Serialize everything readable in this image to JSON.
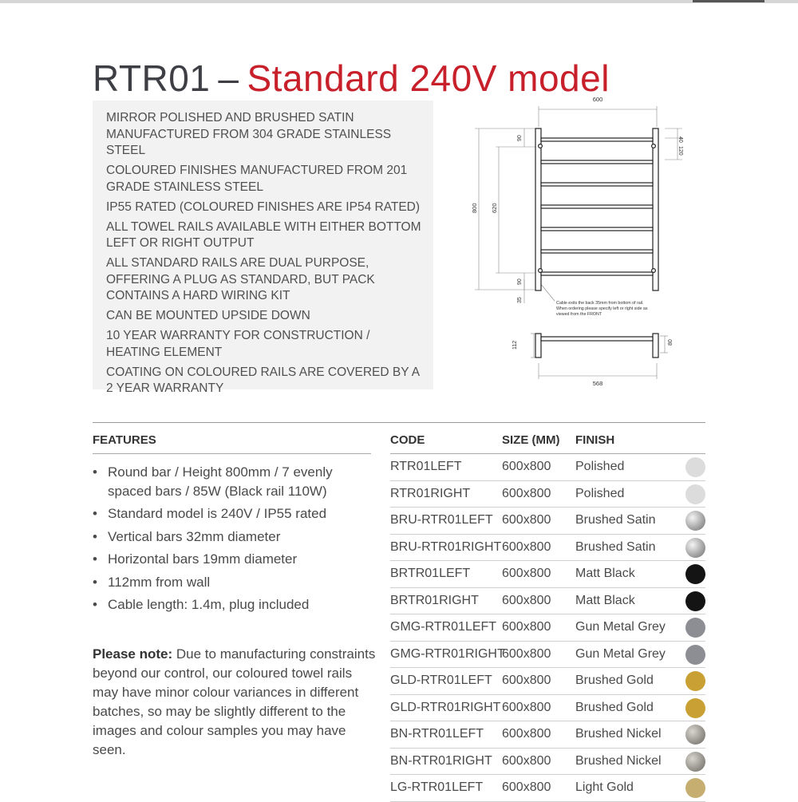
{
  "title": {
    "model": "RTR01",
    "dash": "–",
    "subtitle": "Standard 240V model"
  },
  "specs": [
    "MIRROR POLISHED AND BRUSHED SATIN MANUFACTURED FROM 304 GRADE STAINLESS STEEL",
    "COLOURED FINISHES MANUFACTURED FROM 201 GRADE STAINLESS STEEL",
    "IP55 RATED (COLOURED FINISHES ARE IP54 RATED)",
    "ALL TOWEL RAILS AVAILABLE WITH EITHER BOTTOM LEFT OR RIGHT OUTPUT",
    "ALL STANDARD RAILS ARE DUAL PURPOSE, OFFERING A PLUG AS STANDARD, BUT PACK CONTAINS A HARD WIRING KIT",
    "CAN BE MOUNTED UPSIDE DOWN",
    "10 YEAR WARRANTY FOR CONSTRUCTION / HEATING ELEMENT",
    "COATING ON COLOURED RAILS ARE COVERED BY A 2 YEAR WARRANTY"
  ],
  "diagram": {
    "dims": {
      "width": "600",
      "top_gap_right": "40",
      "second_gap_right": "120",
      "top_gap_left": "90",
      "height": "800",
      "inner": "620",
      "bottom_gap": "90",
      "bottom_offset": "35",
      "depth": "112",
      "depth_inner": "80",
      "bottom_width": "568"
    },
    "cable_note": [
      "Cable exits the back 35mm from bottom of rail.",
      "When ordering please specify left or right side as",
      "viewed from the FRONT"
    ]
  },
  "features": {
    "heading": "FEATURES",
    "bullet": "•",
    "items": [
      "Round bar / Height 800mm / 7 evenly spaced bars / 85W (Black rail 110W)",
      "Standard model is 240V / IP55 rated",
      "Vertical bars 32mm diameter",
      "Horizontal bars 19mm diameter",
      "112mm from wall",
      "Cable length: 1.4m, plug included"
    ],
    "note_label": "Please note:",
    "note_text": " Due to manufacturing constraints beyond our control, our coloured towel rails may have minor colour variances in different batches, so may be slightly different to the images and colour samples you may have seen."
  },
  "table": {
    "headers": {
      "code": "CODE",
      "size": "SIZE (MM)",
      "finish": "FINISH"
    },
    "rows": [
      {
        "code": "RTR01LEFT",
        "size": "600x800",
        "finish": "Polished",
        "swatch": "polished"
      },
      {
        "code": "RTR01RIGHT",
        "size": "600x800",
        "finish": "Polished",
        "swatch": "polished"
      },
      {
        "code": "BRU-RTR01LEFT",
        "size": "600x800",
        "finish": "Brushed Satin",
        "swatch": "satin"
      },
      {
        "code": "BRU-RTR01RIGHT",
        "size": "600x800",
        "finish": "Brushed Satin",
        "swatch": "satin"
      },
      {
        "code": "BRTR01LEFT",
        "size": "600x800",
        "finish": "Matt Black",
        "swatch": "black"
      },
      {
        "code": "BRTR01RIGHT",
        "size": "600x800",
        "finish": "Matt Black",
        "swatch": "black"
      },
      {
        "code": "GMG-RTR01LEFT",
        "size": "600x800",
        "finish": "Gun Metal Grey",
        "swatch": "gunmetal"
      },
      {
        "code": "GMG-RTR01RIGHT",
        "size": "600x800",
        "finish": "Gun Metal Grey",
        "swatch": "gunmetal"
      },
      {
        "code": "GLD-RTR01LEFT",
        "size": "600x800",
        "finish": "Brushed Gold",
        "swatch": "gold"
      },
      {
        "code": "GLD-RTR01RIGHT",
        "size": "600x800",
        "finish": "Brushed Gold",
        "swatch": "gold"
      },
      {
        "code": "BN-RTR01LEFT",
        "size": "600x800",
        "finish": "Brushed Nickel",
        "swatch": "nickel"
      },
      {
        "code": "BN-RTR01RIGHT",
        "size": "600x800",
        "finish": "Brushed Nickel",
        "swatch": "nickel"
      },
      {
        "code": "LG-RTR01LEFT",
        "size": "600x800",
        "finish": "Light Gold",
        "swatch": "lightgold"
      }
    ]
  },
  "colors": {
    "accent_red": "#c8202a",
    "text_dark": "#3d3f44",
    "spec_box_bg": "#f2f2f2",
    "swatches": {
      "polished": "#dcdcdc",
      "satin": "radial-gradient(circle at 35% 35%, #f4f4f4 0%, #a8a8a8 55%, #6c6c6c 100%)",
      "black": "#141414",
      "gunmetal": "#8d8e93",
      "gold": "#c9a033",
      "nickel": "radial-gradient(circle at 35% 35%, #d8d6cf 0%, #9a9790 55%, #6b6862 100%)",
      "lightgold": "#c5ae6f"
    }
  }
}
